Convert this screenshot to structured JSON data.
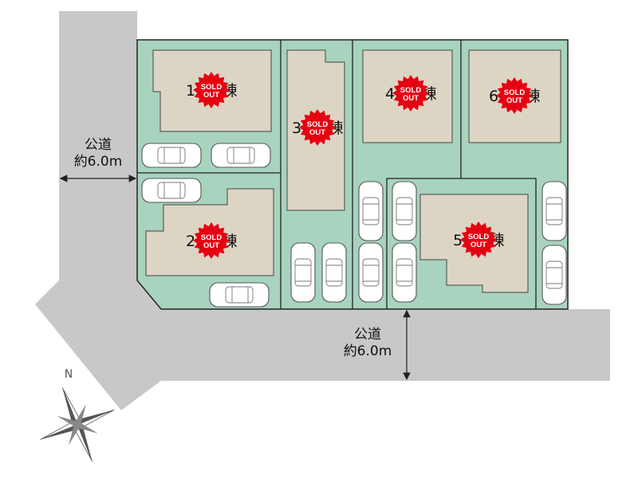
{
  "roads": {
    "west": {
      "name": "公道",
      "width": "約6.0m"
    },
    "south": {
      "name": "公道",
      "width": "約6.0m"
    }
  },
  "lots": [
    {
      "number": "1",
      "suffix": "棟",
      "status": "SOLD OUT"
    },
    {
      "number": "2",
      "suffix": "棟",
      "status": "SOLD OUT"
    },
    {
      "number": "3",
      "suffix": "棟",
      "status": "SOLD OUT"
    },
    {
      "number": "4",
      "suffix": "棟",
      "status": "SOLD OUT"
    },
    {
      "number": "5",
      "suffix": "棟",
      "status": "SOLD OUT"
    },
    {
      "number": "6",
      "suffix": "棟",
      "status": "SOLD OUT"
    }
  ],
  "sold_badge": {
    "line1": "SOLD",
    "line2": "OUT"
  },
  "compass": {
    "north_label": "N"
  },
  "colors": {
    "road": "#c8c8c8",
    "lot": "#a8d3be",
    "building": "#dcd5c4",
    "badge": "#e60012",
    "line": "#222222"
  }
}
